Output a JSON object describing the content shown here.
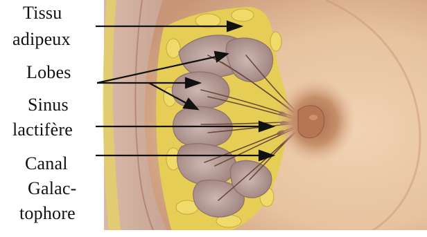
{
  "labels": {
    "tissu_line1": "Tissu",
    "tissu_line2": "adipeux",
    "lobes": "Lobes",
    "sinus_line1": "Sinus",
    "sinus_line2": "lactifère",
    "canal_line1": "Canal",
    "canal_line2": "Galac-",
    "canal_line3": "tophore"
  },
  "colors": {
    "skin": "#e9c8a6",
    "skin_shadow": "#c99876",
    "fat": "#e7cf52",
    "lobe": "#b79a96",
    "duct": "#6b4a3d",
    "areola": "#c58f6a",
    "nipple": "#b77653",
    "arrow": "#111111"
  }
}
